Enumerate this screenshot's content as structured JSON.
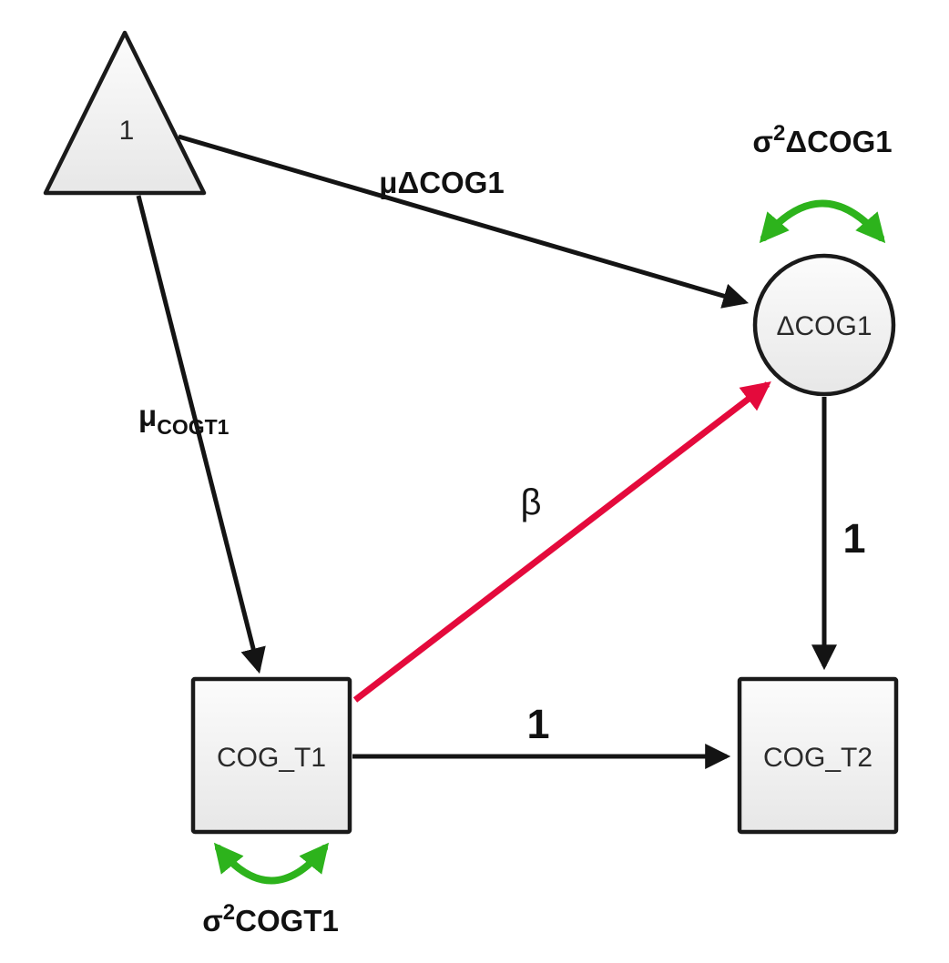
{
  "diagram": {
    "nodes": {
      "constant": {
        "label": "1",
        "shape": "triangle"
      },
      "delta_cog1": {
        "label": "ΔCOG1",
        "shape": "circle"
      },
      "cog_t1": {
        "label": "COG_T1",
        "shape": "square"
      },
      "cog_t2": {
        "label": "COG_T2",
        "shape": "square"
      }
    },
    "edges": {
      "mu_delta_cog1": {
        "label": "μΔCOG1"
      },
      "mu_cog_t1": {
        "symbol": "μ",
        "subscript": "COGT1"
      },
      "beta": {
        "label": "β"
      },
      "loading_delta_to_cogt2": {
        "label": "1"
      },
      "loading_cogt1_to_cogt2": {
        "label": "1"
      }
    },
    "variances": {
      "delta_cog1": {
        "sigma": "σ",
        "sup": "2",
        "var": "ΔCOG1"
      },
      "cog_t1": {
        "sigma": "σ",
        "sup": "2",
        "var": "COGT1"
      }
    },
    "colors": {
      "edge": "#141414",
      "beta_edge": "#e40a3c",
      "variance_edge": "#2db31c",
      "node_stroke": "#1a1a1a",
      "node_fill_top": "#fcfcfc",
      "node_fill_bottom": "#e7e7e7",
      "background": "#ffffff"
    }
  }
}
